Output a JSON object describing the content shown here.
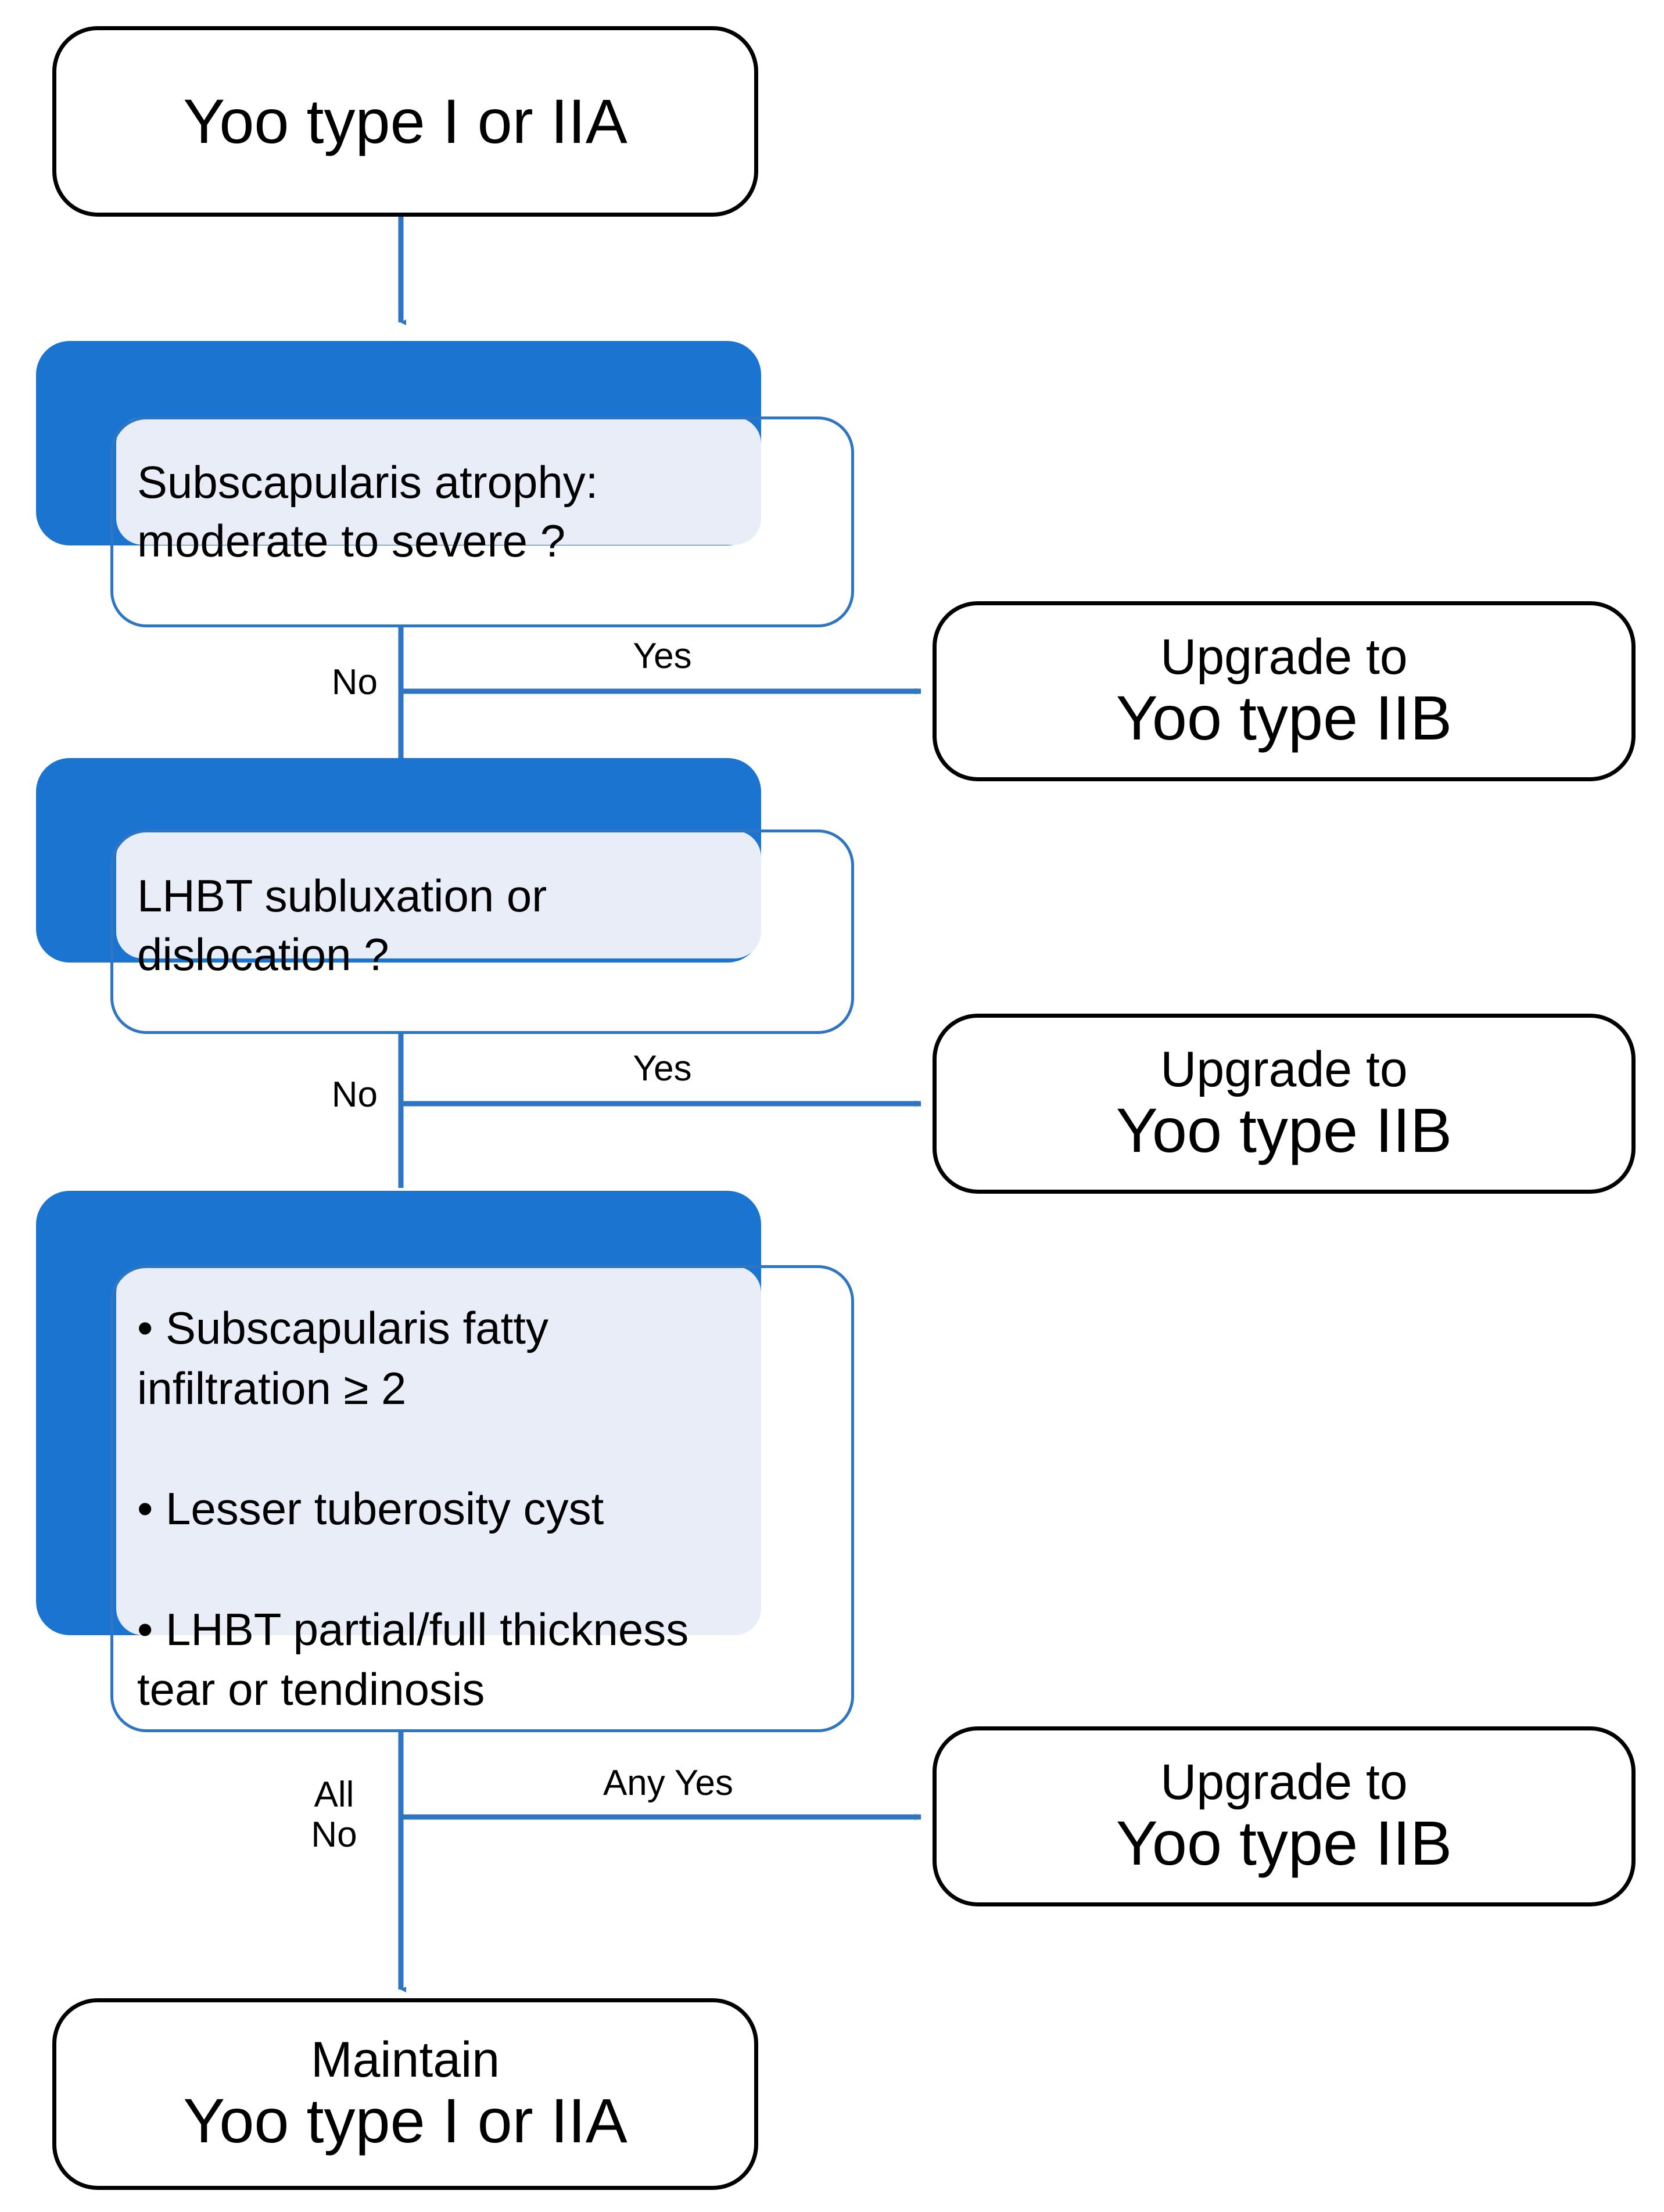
{
  "colors": {
    "accent_blue": "#1B75D0",
    "outline_blue": "#2E75C4",
    "band_fill": "#E9EDF7",
    "outline_black": "#000000",
    "background": "#FFFFFF"
  },
  "flowchart": {
    "type": "decision-tree",
    "title": "Yoo type I or IIA upgrade algorithm",
    "start_node": {
      "label": "Yoo type I or IIA"
    },
    "decisions": [
      {
        "id": "d1",
        "text": "Subscapularis atrophy:\nmoderate to severe ?",
        "no_label": "No",
        "yes_label": "Yes"
      },
      {
        "id": "d2",
        "text": "LHBT subluxation or\ndislocation ?",
        "no_label": "No",
        "yes_label": "Yes"
      },
      {
        "id": "d3",
        "text": "• Subscapularis fatty\ninfiltration ≥ 2\n\n• Lesser tuberosity cyst\n\n• LHBT partial/full thickness\ntear or tendinosis",
        "bullets": [
          "Subscapularis fatty infiltration ≥ 2",
          "Lesser tuberosity cyst",
          "LHBT partial/full thickness tear or tendinosis"
        ],
        "no_label": "All\nNo",
        "yes_label": "Any Yes"
      }
    ],
    "outcomes": [
      {
        "id": "o1",
        "line1": "Upgrade to",
        "line2": "Yoo type IIB"
      },
      {
        "id": "o2",
        "line1": "Upgrade to",
        "line2": "Yoo type IIB"
      },
      {
        "id": "o3",
        "line1": "Upgrade to",
        "line2": "Yoo type IIB"
      }
    ],
    "end_node": {
      "line1": "Maintain",
      "line2": "Yoo type I or IIA"
    }
  }
}
